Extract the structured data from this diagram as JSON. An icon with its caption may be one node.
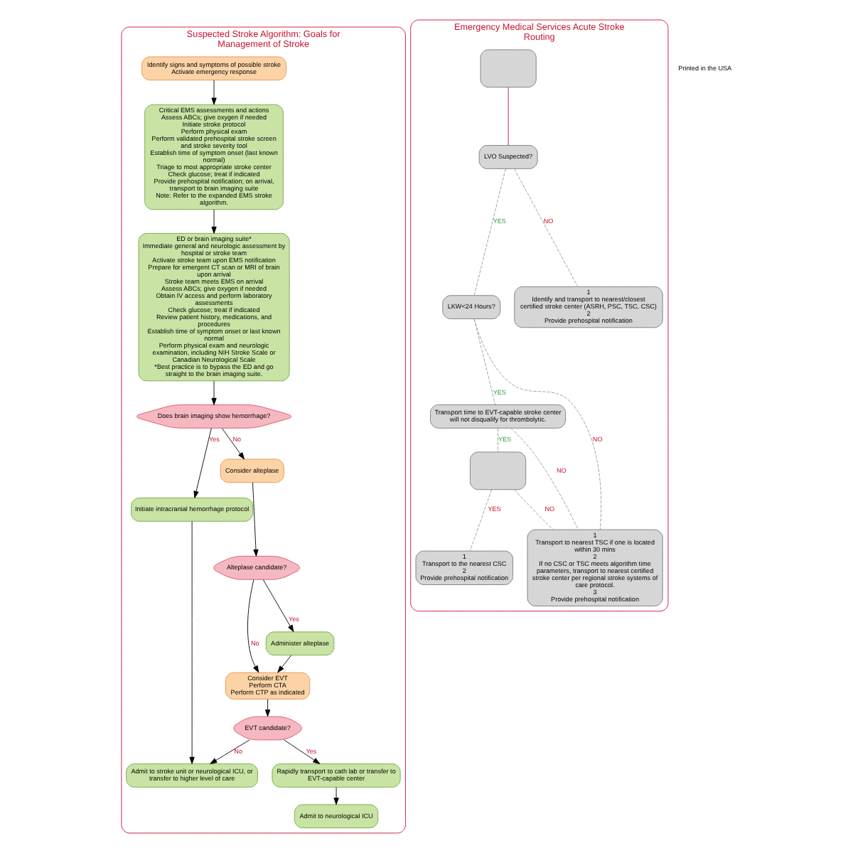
{
  "diagram": {
    "nodes": [
      {
        "text": [
          "Suspected Stroke Algorithm: Goals for Management of Stroke"
        ]
      },
      {
        "text": [
          "Identify signs and symptoms of possible stroke Activate emergency response"
        ],
        "in": 0
      },
      {
        "text": [
          "Critical EMS assessments and actions",
          "Assess ABCs; give oxygen if needed",
          "Initiate stroke protocol",
          "Perform physical exam",
          "Perform validated prehospital stroke screen and stroke severity tool",
          "Establish time of symptom onset (last known normal)",
          "Triage to most appropriate stroke center",
          "Check glucose; treat if indicated",
          "Provide prehospital notification; on arrival, transport to brain imaging suite",
          "Note: Refer to the expanded EMS stroke algorithm."
        ],
        "in": 0
      },
      {
        "text": [
          "ED or brain imaging suite*",
          "Immediate general and neurologic assessment by hospital or stroke team",
          "Activate stroke team upon EMS notification",
          "Prepare for emergent CT scan or MRI of brain upon arrival",
          "Stroke team meets EMS on arrival",
          "Assess ABCs; give oxygen if needed",
          "Obtain IV access and perform laboratory assessments",
          "Check glucose; treat if indicated",
          "Review patient history, medications, and procedures",
          "Establish time of symptom onset or last known normal",
          "Perform physical exam and neurologic examination, including NIH Stroke Scale or Canadian Neurological Scale",
          "*Best practice is to bypass the ED and go straight to the brain imaging suite."
        ],
        "in": 0
      },
      {
        "text": [
          "Does brain imaging show hemorrhage?"
        ],
        "in": 0
      },
      {
        "text": [
          "Initiate intracranial hemorrhage protocol"
        ],
        "in": 0
      },
      {
        "text": [
          "Consider alteplase"
        ],
        "in": 0
      },
      {
        "text": [
          "Alteplase candidate?"
        ],
        "in": 0
      },
      {
        "text": [
          "Administer alteplase"
        ],
        "in": 0
      },
      {
        "text": [
          "Consider EVT",
          "Perform CTA",
          "Perform CTP as indicated"
        ],
        "in": 0
      },
      {
        "text": [
          "EVT candidate?"
        ],
        "in": 0
      },
      {
        "text": [
          "Rapidly transport to cath lab or transfer to EVT-capable center"
        ],
        "in": 0
      },
      {
        "text": [
          "Admit to neurological ICU"
        ],
        "in": 0
      },
      {
        "text": [
          "Admit to stroke unit or neurological ICU, or transfer to higher level of care"
        ],
        "in": 0
      },
      {
        "text": [
          "Emergency Medical Services Acute Stroke Routing"
        ]
      },
      {
        "text": [],
        "shape": "box",
        "in": 14
      },
      {
        "text": [
          "LVO Suspected?"
        ],
        "in": 14
      },
      {
        "text": [
          "LKW<24 Hours?"
        ],
        "in": 14
      },
      {
        "text": [
          "Transport time to EVT-capable stroke center will not disqualify for thrombolytic."
        ],
        "in": 14
      },
      {
        "text": [],
        "shape": "box",
        "in": 14
      },
      {
        "text": [
          "1",
          "Identify and transport to nearest/closest certified stroke center (ASRH, PSC, TSC, CSC)",
          "2",
          "Provide prehospital notification"
        ],
        "in": 14
      },
      {
        "text": [
          "1",
          "Transport to nearest TSC if one is located within 30 mins",
          "2",
          "If no CSC or TSC meets algorithm time parameters, transport to nearest certified stroke center per regional stroke systems of care protocol.",
          "3",
          "Provide prehospital notification"
        ],
        "in": 14
      },
      {
        "text": [
          "1",
          "Transport to the nearest CSC",
          "2",
          "Provide prehospital notification"
        ],
        "in": 14
      }
    ],
    "edges": [
      {
        "from": 1,
        "to": 2,
        "arrow": "to"
      },
      {
        "from": 2,
        "to": 3,
        "arrow": "to"
      },
      {
        "from": 3,
        "to": 4,
        "arrow": "to"
      },
      {
        "from": 4,
        "to": 5,
        "arrow": "to",
        "label": "Yes"
      },
      {
        "from": 4,
        "to": 6,
        "arrow": "to",
        "label": "No"
      },
      {
        "from": 6,
        "to": 7,
        "arrow": "to"
      },
      {
        "from": 7,
        "to": 8,
        "arrow": "to",
        "label": "Yes"
      },
      {
        "from": 7,
        "to": 9,
        "arrow": "to",
        "label": "No"
      },
      {
        "from": 8,
        "to": 9,
        "arrow": "to"
      },
      {
        "from": 9,
        "to": 10,
        "arrow": "to"
      },
      {
        "from": 10,
        "to": 11,
        "arrow": "to",
        "label": "Yes"
      },
      {
        "from": 10,
        "to": 13,
        "arrow": "to",
        "label": "No"
      },
      {
        "from": 11,
        "to": 12,
        "arrow": "to"
      },
      {
        "from": 5,
        "to": 13,
        "arrow": "to"
      },
      {
        "from": 15,
        "to": 16,
        "arrow": "none",
        "color": "#c8102e"
      },
      {
        "from": 16,
        "to": 17,
        "arrow": "none",
        "style": "dashed",
        "label": "YES",
        "color": "#999999"
      },
      {
        "from": 16,
        "to": 20,
        "arrow": "none",
        "style": "dashed",
        "label": "NO",
        "color": "#999999"
      },
      {
        "from": 17,
        "to": 18,
        "arrow": "none",
        "style": "dashed",
        "label": "YES",
        "color": "#999999"
      },
      {
        "from": 17,
        "to": 21,
        "arrow": "none",
        "style": "dashed",
        "label": "NO",
        "color": "#999999"
      },
      {
        "from": 18,
        "to": 19,
        "arrow": "none",
        "style": "dashed",
        "label": "YES",
        "color": "#999999"
      },
      {
        "from": 18,
        "to": 21,
        "arrow": "none",
        "style": "dashed",
        "label": "NO",
        "color": "#999999"
      },
      {
        "from": 19,
        "to": 21,
        "arrow": "none",
        "style": "dashed",
        "label": "NO",
        "color": "#999999"
      },
      {
        "from": 19,
        "to": 22,
        "arrow": "none",
        "style": "dashed",
        "label": "YES",
        "color": "#999999"
      }
    ],
    "labels": [
      "Printed in the USA"
    ]
  }
}
